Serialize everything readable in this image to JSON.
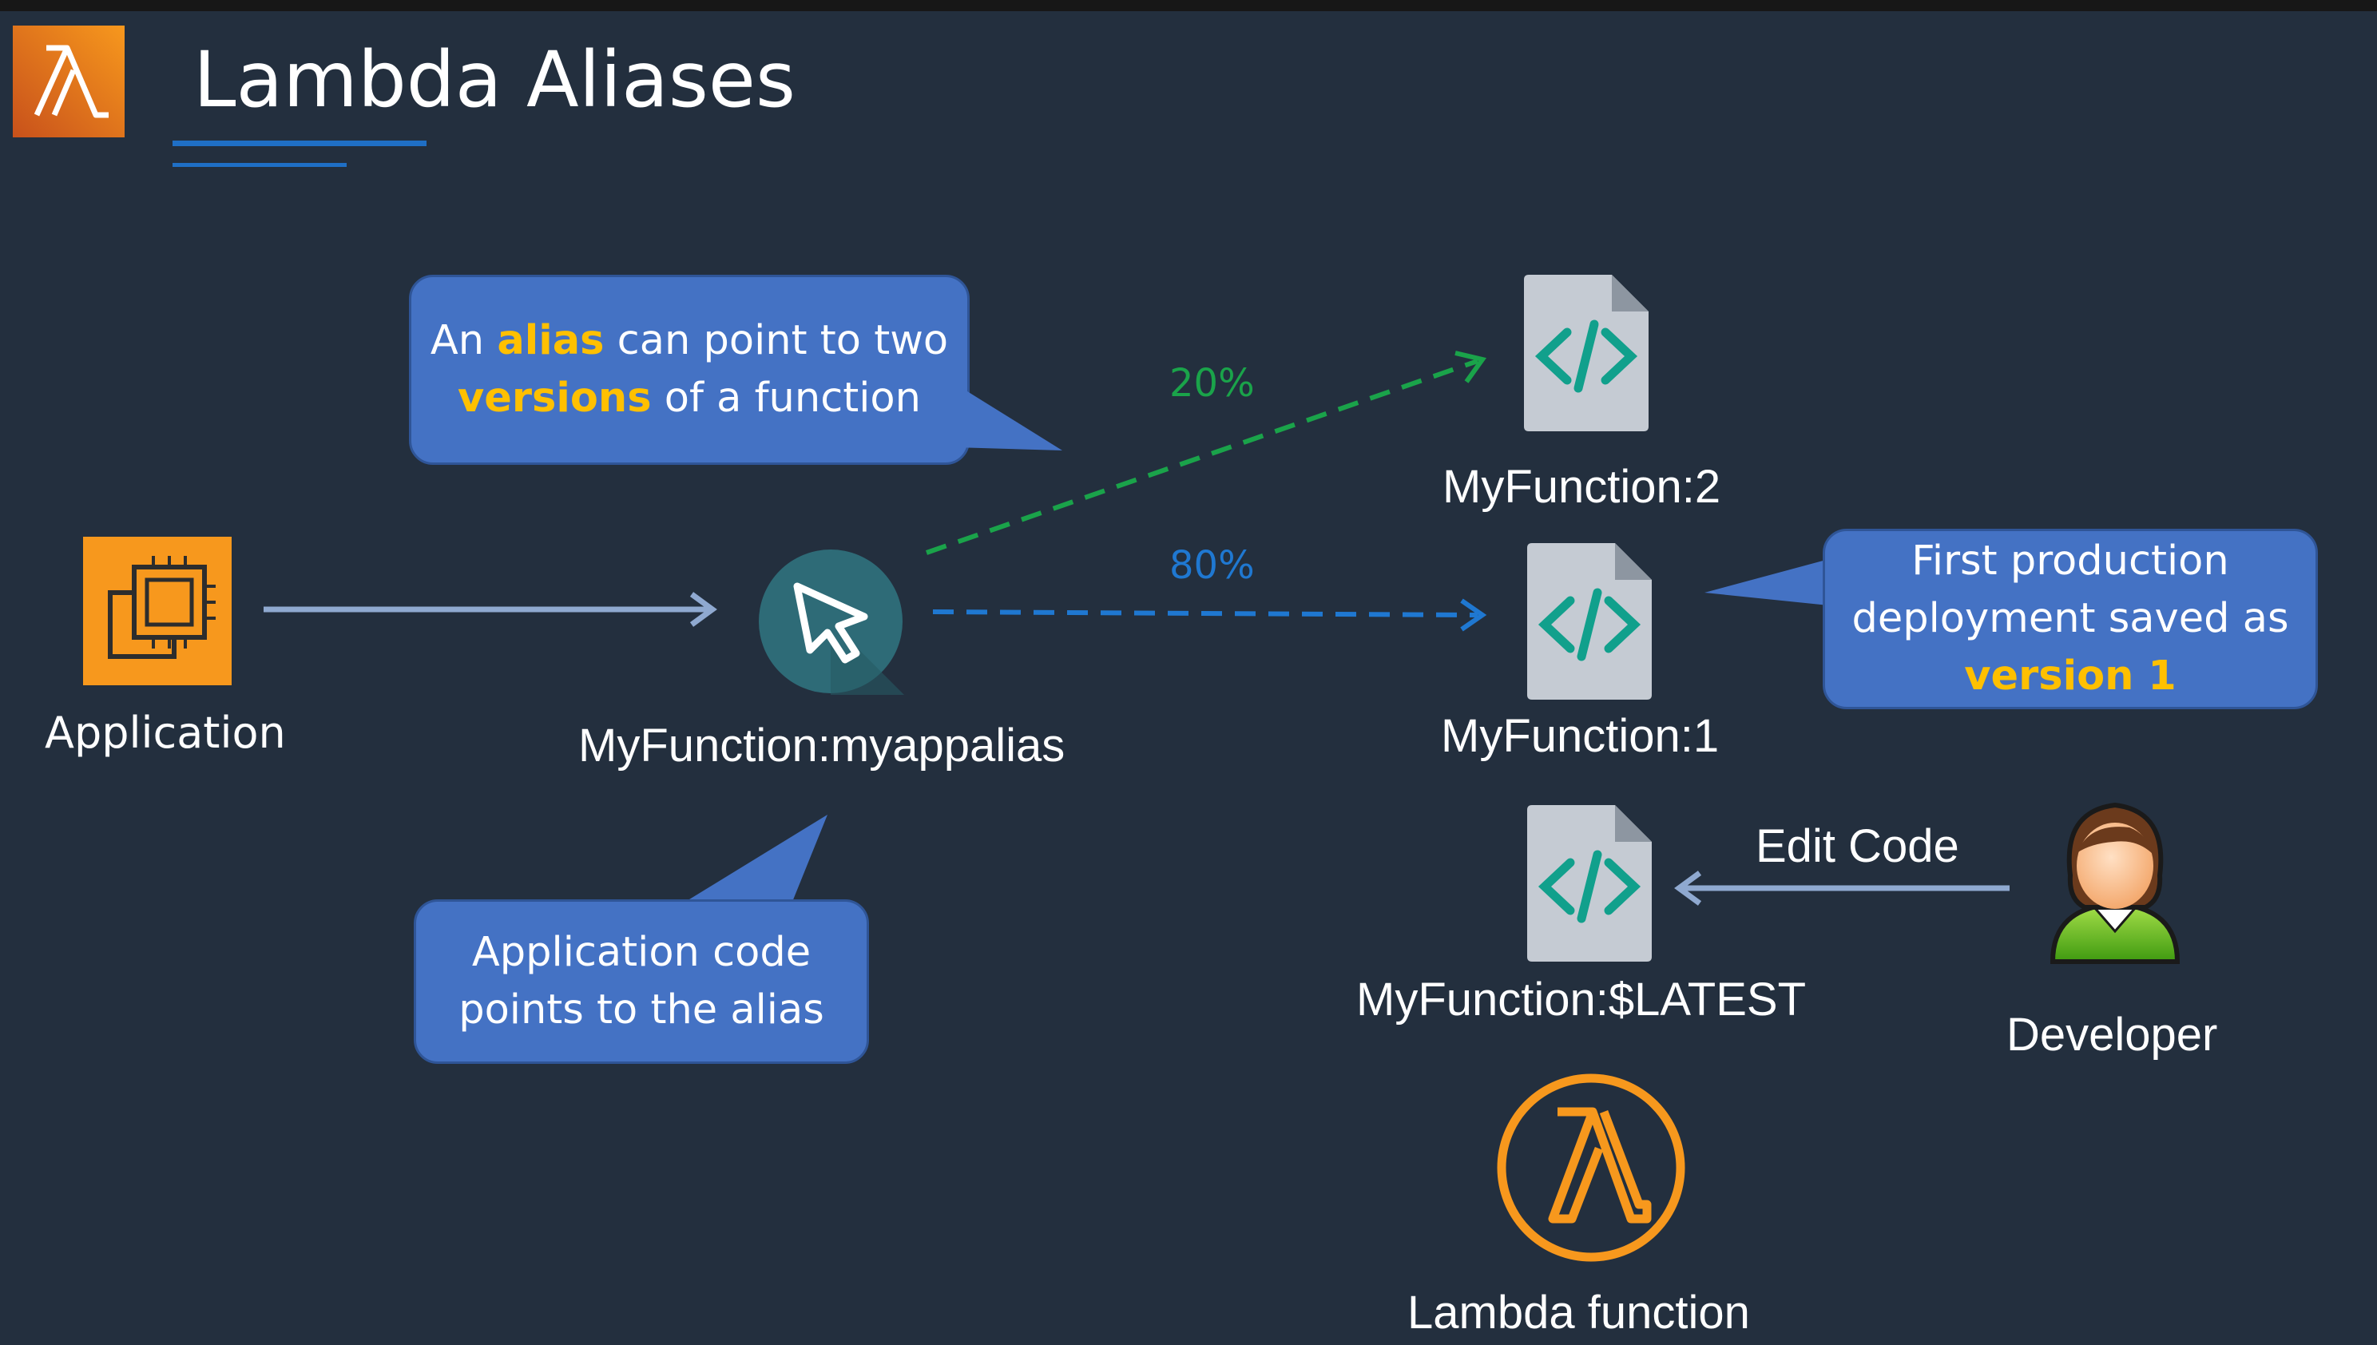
{
  "title": "Lambda Aliases",
  "colors": {
    "background": "#232f3e",
    "accent_blue": "#1f6fc5",
    "bubble_fill": "#4472c4",
    "highlight": "#ffc000",
    "green_route": "#1aa34a",
    "blue_route": "#1f78d1",
    "lambda_orange": "#f7981d"
  },
  "callouts": {
    "alias_pre": "An ",
    "alias_word": "alias",
    "alias_mid": " can point to two",
    "versions_word": "versions",
    "versions_post": " of a function",
    "app_line1": "Application code",
    "app_line2": "points to the alias",
    "prod_line1": "First production",
    "prod_line2": "deployment saved as",
    "prod_line3": "version 1"
  },
  "nodes": {
    "application": "Application",
    "alias": "MyFunction:myappalias",
    "v2": "MyFunction:2",
    "v1": "MyFunction:1",
    "latest": "MyFunction:$LATEST",
    "developer": "Developer",
    "lambda": "Lambda function"
  },
  "edges": {
    "green_pct": "20%",
    "blue_pct": "80%",
    "edit_code": "Edit Code"
  },
  "icons": {
    "header": "lambda-icon",
    "application": "ec2-chip-icon",
    "alias": "cursor-icon",
    "code_file": "code-file-icon",
    "developer": "person-icon",
    "lambda": "lambda-circle-icon"
  }
}
